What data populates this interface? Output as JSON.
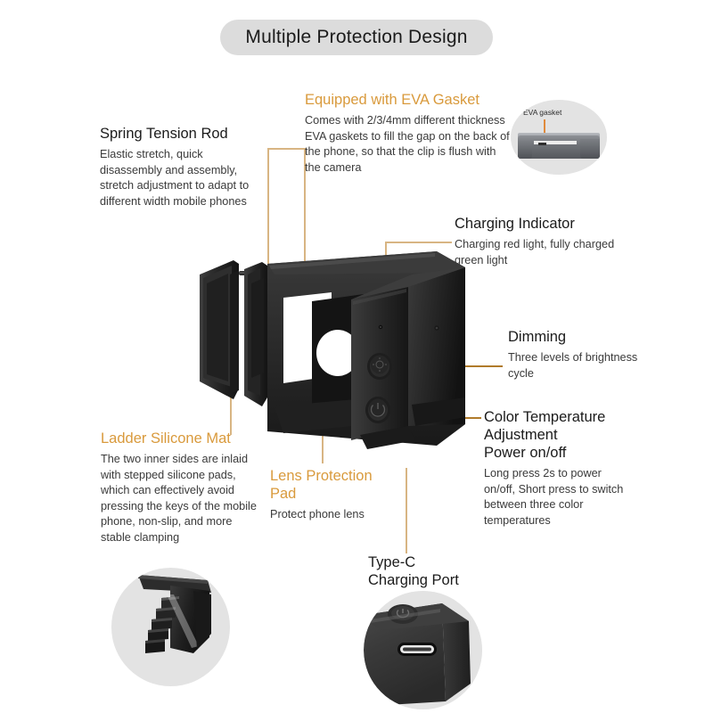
{
  "page": {
    "title": "Multiple Protection Design",
    "background_color": "#ffffff",
    "pill_color": "#dcdcdc",
    "accent_color": "#d99a3c",
    "leader_line_color": "#d8b583",
    "body_text_color": "#3a3a3a",
    "heading_text_color": "#1b1b1b"
  },
  "annotations": {
    "spring_tension_rod": {
      "heading": "Spring Tension Rod",
      "heading_color": "#1b1b1b",
      "body": "Elastic stretch, quick disassembly and assembly, stretch adjustment to adapt to different width mobile phones"
    },
    "eva_gasket": {
      "heading": "Equipped with EVA Gasket",
      "heading_color": "#d99a3c",
      "body": "Comes with 2/3/4mm different thickness EVA gaskets to fill the gap on the back of the phone, so that the clip is flush with the camera",
      "inset_label": "EVA gasket"
    },
    "charging_indicator": {
      "heading": "Charging Indicator",
      "heading_color": "#1b1b1b",
      "body": "Charging red light, fully charged green light"
    },
    "dimming": {
      "heading": "Dimming",
      "heading_color": "#1b1b1b",
      "body": "Three levels of brightness cycle"
    },
    "color_temperature": {
      "heading_line1": "Color Temperature",
      "heading_line2": "Adjustment",
      "heading_line3": "Power on/off",
      "heading_color": "#1b1b1b",
      "body": "Long press 2s to power on/off, Short press to switch between three color temperatures"
    },
    "ladder_silicone_mat": {
      "heading": "Ladder Silicone Mat",
      "heading_color": "#d99a3c",
      "body": "The two inner sides are inlaid with stepped silicone pads, which can effectively avoid pressing the keys of the mobile phone, non-slip, and more stable clamping"
    },
    "lens_protection_pad": {
      "heading_line1": "Lens Protection",
      "heading_line2": "Pad",
      "heading_color": "#d99a3c",
      "body": "Protect phone lens"
    },
    "type_c_port": {
      "heading_line1": "Type-C",
      "heading_line2": "Charging Port",
      "heading_color": "#1b1b1b"
    }
  },
  "product": {
    "name": "phone-clip-fill-light",
    "body_color": "#252525",
    "button_count": 2,
    "lens_opening_color": "#ffffff"
  }
}
